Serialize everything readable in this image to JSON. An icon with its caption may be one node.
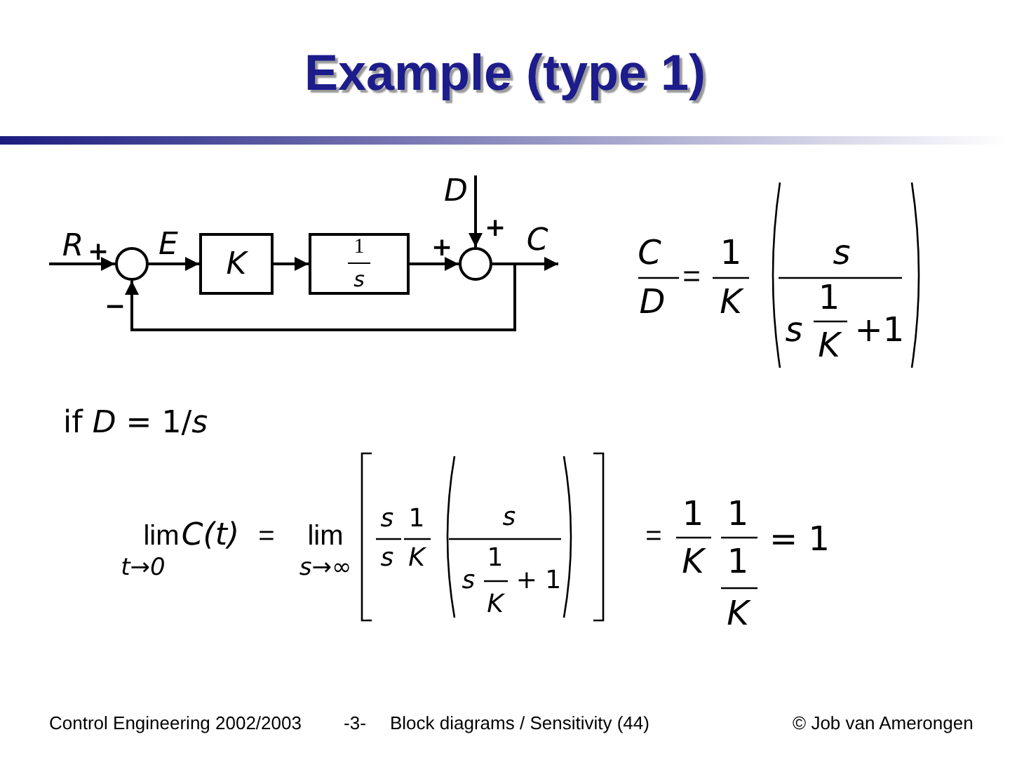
{
  "diagram": {
    "title": "Example (type 1)",
    "nodes": [
      {
        "text": [],
        "shape": "circle"
      },
      {
        "text": [
          "K"
        ]
      },
      {
        "text": [
          "1",
          "s"
        ]
      },
      {
        "text": [],
        "shape": "circle"
      }
    ],
    "edges": [
      {
        "from": null,
        "to": 0,
        "arrow": "to",
        "label": "R"
      },
      {
        "from": 0,
        "to": 1,
        "arrow": "to",
        "label": "E"
      },
      {
        "from": 1,
        "to": 2,
        "arrow": "to"
      },
      {
        "from": 2,
        "to": 3,
        "arrow": "to"
      },
      {
        "from": null,
        "to": 3,
        "arrow": "to",
        "label": "D"
      },
      {
        "from": 3,
        "to": null,
        "arrow": "to",
        "label": "C"
      },
      {
        "from": 3,
        "to": 0,
        "arrow": "to"
      }
    ],
    "labels": [
      "+",
      "−",
      "+",
      "+",
      "C",
      "D",
      "=",
      "1",
      "K",
      "s",
      "s",
      "1",
      "K",
      "+1",
      "if *D* = 1/*s*",
      "lim",
      "t→0",
      "C(t)",
      "=",
      "lim",
      "s→∞",
      "s",
      "s",
      "1",
      "K",
      "s",
      "s",
      "1",
      "K",
      "+ 1",
      "=",
      "1",
      "K",
      "1",
      "1",
      "K",
      "= 1",
      "Control Engineering 2002/2003",
      "-3-",
      "Block diagrams / Sensitivity  (44)",
      "© Job van Amerongen"
    ]
  }
}
